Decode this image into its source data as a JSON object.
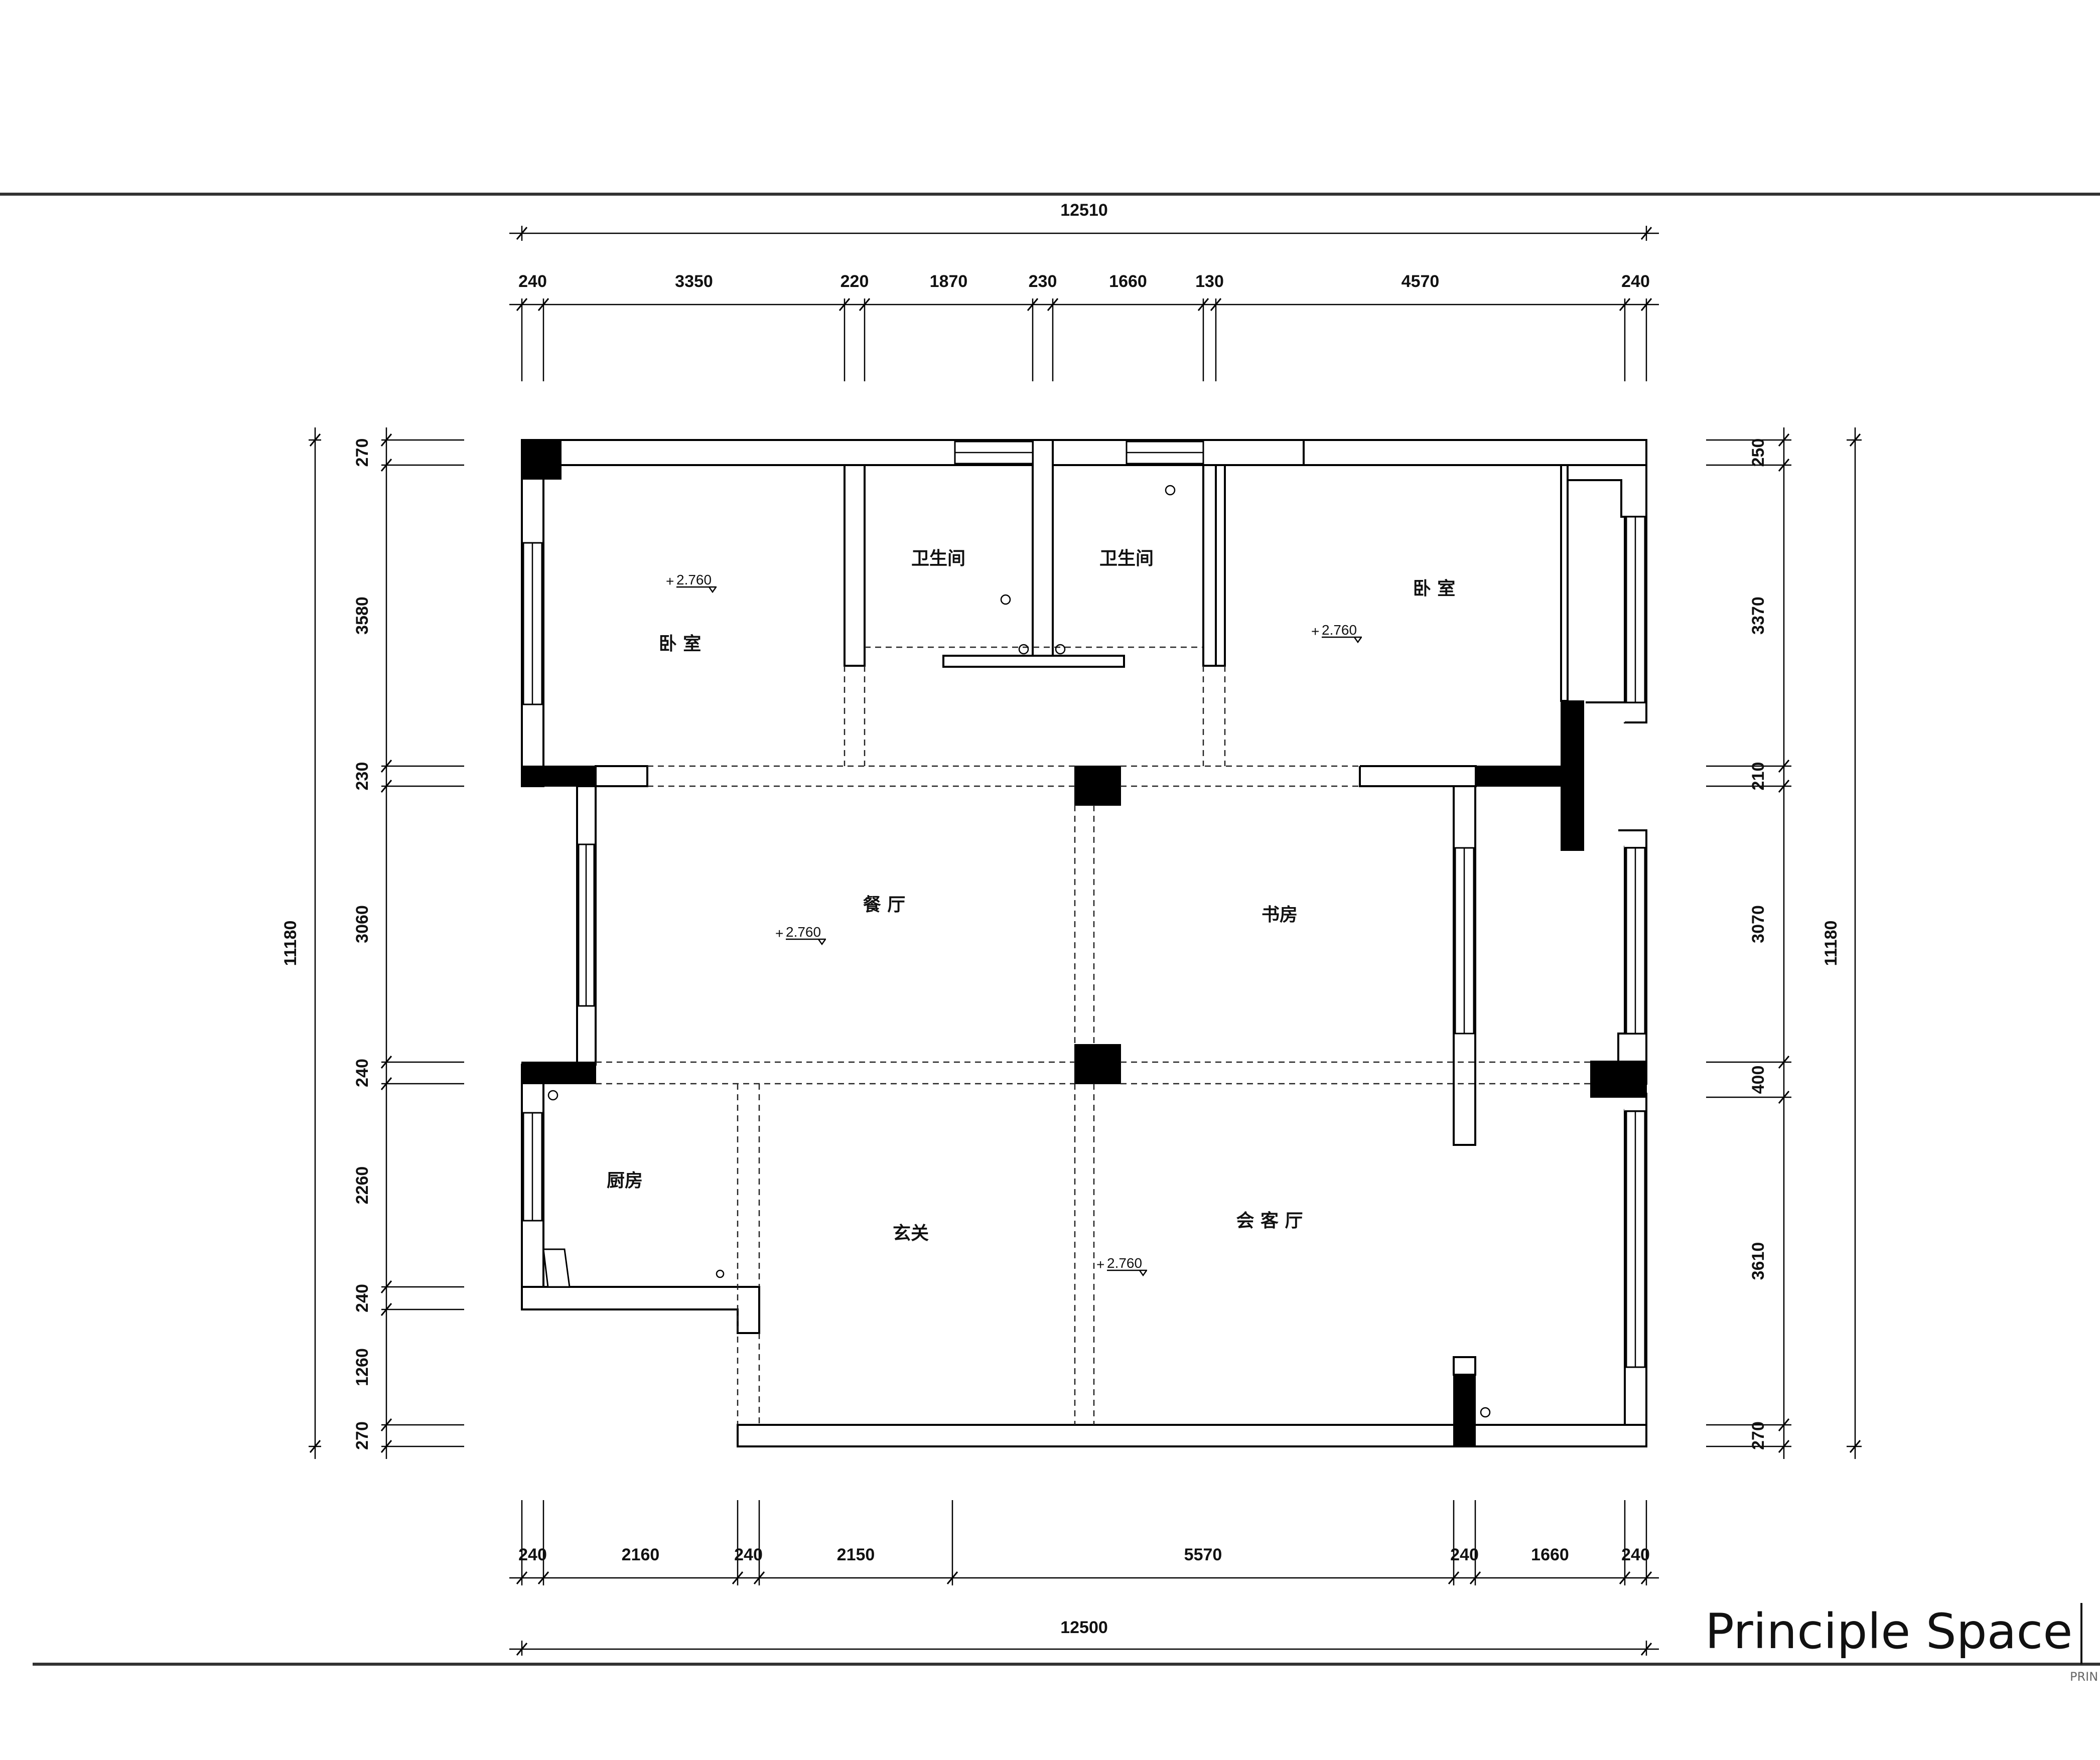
{
  "overall": {
    "top": "12510",
    "bottom": "12500",
    "left": "11180",
    "right": "11180"
  },
  "top_dims": [
    "240",
    "3350",
    "220",
    "1870",
    "230",
    "1660",
    "130",
    "4570",
    "240"
  ],
  "bottom_dims": [
    "240",
    "2160",
    "240",
    "2150",
    "5570",
    "240",
    "1660",
    "240"
  ],
  "left_dims": [
    "270",
    "3580",
    "230",
    "3060",
    "240",
    "2260",
    "240",
    "1260",
    "270"
  ],
  "right_dims": [
    "250",
    "3370",
    "210",
    "3070",
    "400",
    "3610",
    "270"
  ],
  "rooms": {
    "bedroom_left": "卧 室",
    "bath_1": "卫生间",
    "bath_2": "卫生间",
    "bedroom_right": "卧 室",
    "dining": "餐 厅",
    "study": "书房",
    "kitchen": "厨房",
    "entry": "玄关",
    "living": "会 客 厅"
  },
  "elevations": {
    "bedroom_left": "2.760",
    "bedroom_right": "2.760",
    "dining": "2.760",
    "living": "2.760"
  },
  "brand": {
    "title": "Principle  Space",
    "subtitle": "PRIN"
  }
}
